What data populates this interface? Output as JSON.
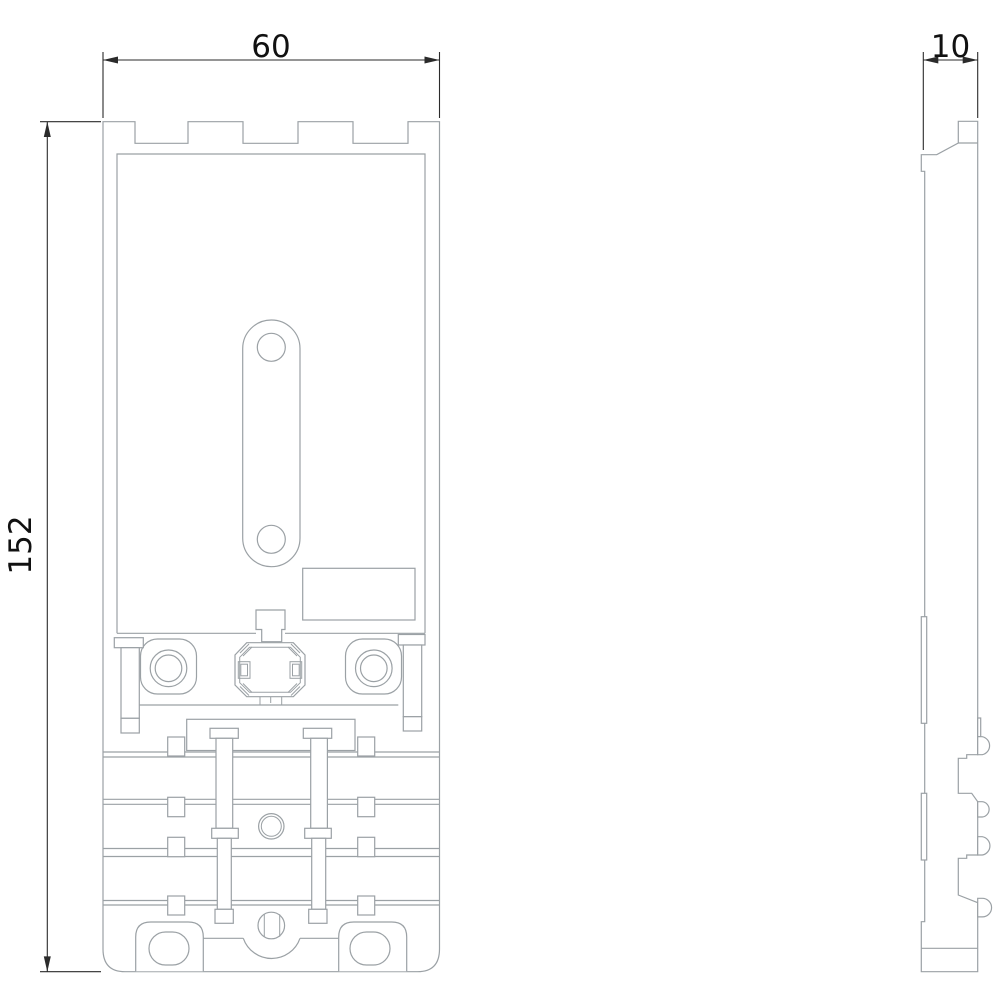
{
  "drawing": {
    "type": "technical-dimension-drawing",
    "dimensions": {
      "width_label": "60",
      "height_label": "152",
      "depth_label": "10"
    },
    "colors": {
      "geometry": "#9ba1a5",
      "dimension": "#2b2b2b",
      "text": "#111111",
      "background": "#ffffff"
    }
  }
}
